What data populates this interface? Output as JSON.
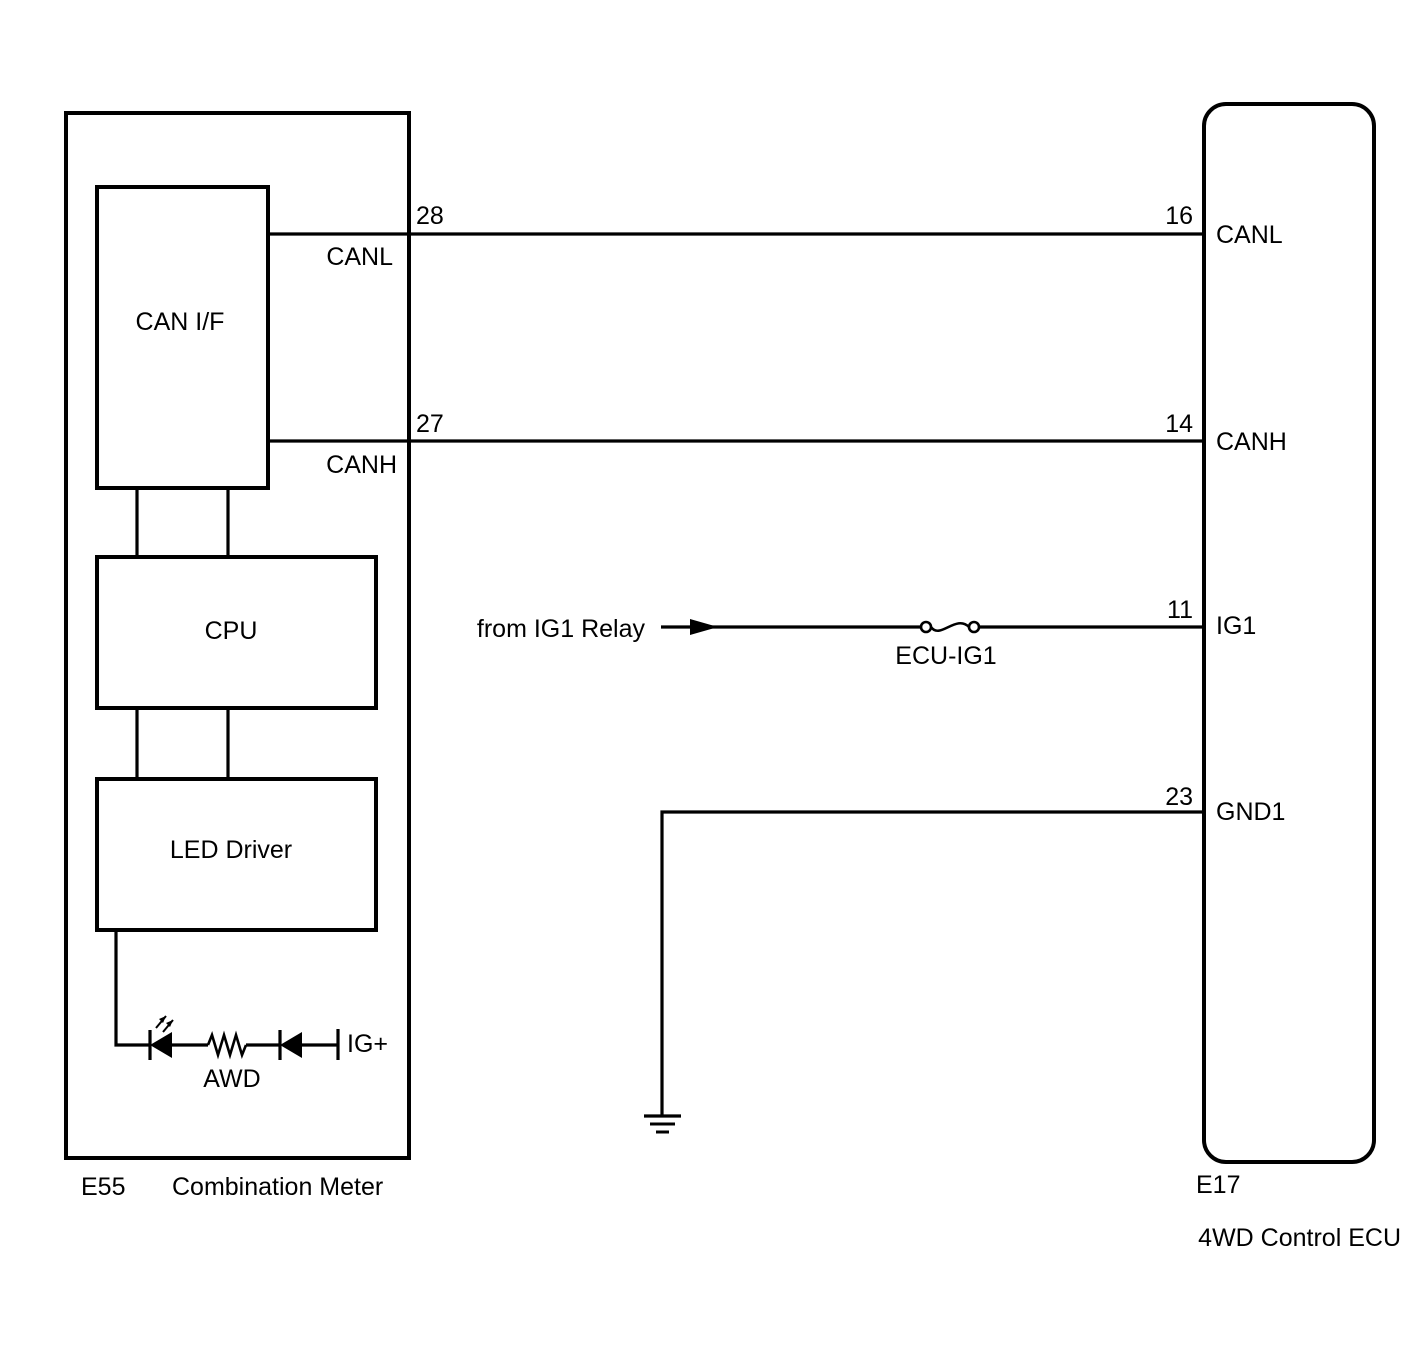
{
  "combination_meter": {
    "connector": "E55",
    "name": "Combination Meter",
    "blocks": {
      "can_if": "CAN I/F",
      "cpu": "CPU",
      "led_driver": "LED Driver"
    },
    "pins": {
      "canl": {
        "number": "28",
        "label": "CANL"
      },
      "canh": {
        "number": "27",
        "label": "CANH"
      }
    },
    "indicator": {
      "label": "AWD",
      "supply": "IG+"
    }
  },
  "ecu": {
    "connector": "E17",
    "name": "4WD Control ECU",
    "pins": {
      "canl": {
        "number": "16",
        "label": "CANL"
      },
      "canh": {
        "number": "14",
        "label": "CANH"
      },
      "ig1": {
        "number": "11",
        "label": "IG1"
      },
      "gnd1": {
        "number": "23",
        "label": "GND1"
      }
    }
  },
  "power": {
    "source": "from IG1 Relay",
    "fuse": "ECU-IG1"
  }
}
